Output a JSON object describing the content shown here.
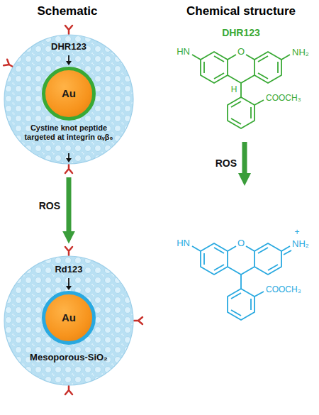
{
  "diagram": {
    "nodes": [
      {
        "text": [
          "DHR123",
          "Cystine knot peptide targeted at integrin αᵥβ₆"
        ]
      },
      {
        "text": [
          "Au"
        ],
        "in": 0
      },
      {
        "text": [
          "Rd123",
          "Mesoporous-SiO₂"
        ]
      },
      {
        "text": [
          "Au"
        ],
        "in": 2
      }
    ],
    "edges": [
      {
        "from": 0,
        "to": 2,
        "arrow": "to",
        "label": "ROS"
      }
    ],
    "labels": [
      "Schematic",
      "Chemical structure",
      "DHR123",
      "HN",
      "O",
      "NH₂",
      "H",
      "COOCH₃",
      "ROS",
      "HN",
      "O",
      "NH₂",
      "+",
      "COOCH₃"
    ]
  }
}
